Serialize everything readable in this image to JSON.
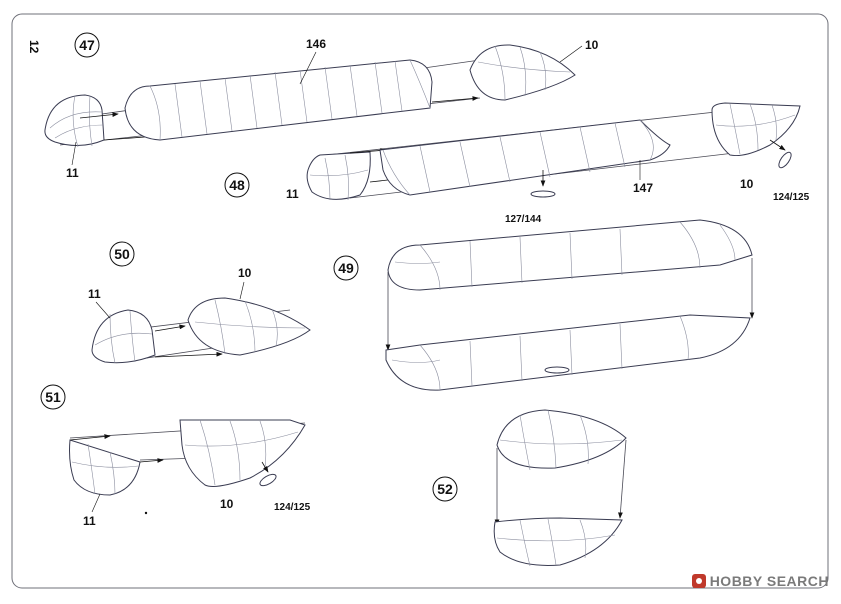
{
  "page": {
    "number": "12"
  },
  "steps": [
    {
      "id": "47",
      "label": "47",
      "parts": [
        "146",
        "10",
        "11"
      ]
    },
    {
      "id": "48",
      "label": "48",
      "parts": [
        "147",
        "10",
        "11",
        "127/144",
        "124/125"
      ]
    },
    {
      "id": "49",
      "label": "49",
      "parts": []
    },
    {
      "id": "50",
      "label": "50",
      "parts": [
        "10",
        "11"
      ]
    },
    {
      "id": "51",
      "label": "51",
      "parts": [
        "10",
        "11",
        "124/125"
      ]
    },
    {
      "id": "52",
      "label": "52",
      "parts": []
    }
  ],
  "watermark": {
    "text": "HOBBY SEARCH",
    "icon": "hobby-search-logo-icon"
  }
}
